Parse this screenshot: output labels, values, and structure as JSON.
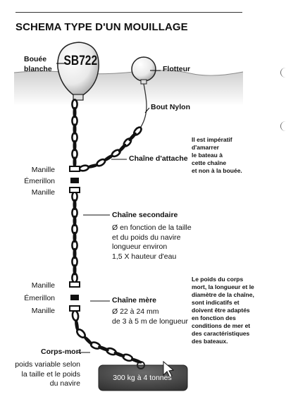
{
  "title": "SCHEMA TYPE D'UN MOUILLAGE",
  "buoy": {
    "label": "Bouée\nblanche",
    "code": "SB722"
  },
  "float": {
    "label": "Flotteur"
  },
  "rope": {
    "label": "Bout Nylon"
  },
  "note_attach": "Il est impératif\nd'amarrer\nle bateau à\ncette chaîne\net non à la bouée.",
  "chain_attach": {
    "label": "Chaîne d'attache"
  },
  "hardware_upper": [
    "Manille",
    "Émerillon",
    "Manille"
  ],
  "secondary_chain": {
    "label": "Chaîne secondaire",
    "desc": "Ø en fonction de la taille\net du poids du navire\nlongueur environ\n1,5 X hauteur d'eau"
  },
  "note_sizes": "Le poids du corps\nmort, la longueur et le\ndiamètre de la chaîne,\nsont indicatifs et\ndoivent être adaptés\nen fonction des\nconditions de mer et\ndes caractéristiques\ndes bateaux.",
  "hardware_lower": [
    "Manille",
    "Émerillon",
    "Manille"
  ],
  "mother_chain": {
    "label": "Chaîne mère",
    "desc": "Ø 22 à 24 mm\nde 3 à 5 m de longueur"
  },
  "deadweight": {
    "label": "Corps-mort",
    "desc": "poids variable selon\nla taille et le poids\ndu navire",
    "weight": "300 kg à 4 tonnes"
  },
  "colors": {
    "water": "#d9d9d9",
    "block": "#4a4a4a",
    "ink": "#111111"
  }
}
